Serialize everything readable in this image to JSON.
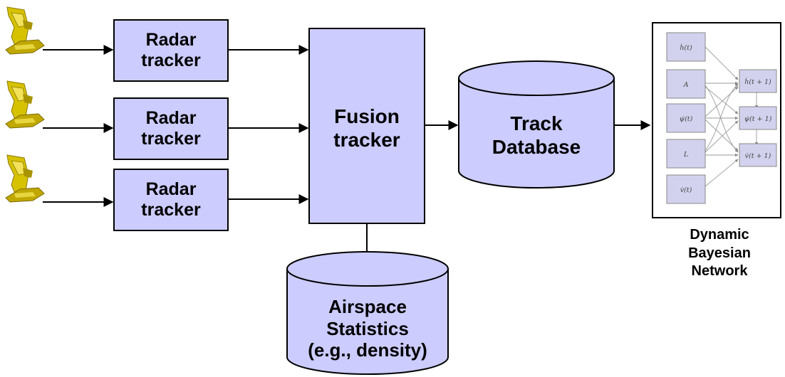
{
  "radar_trackers": [
    {
      "label_line1": "Radar",
      "label_line2": "tracker"
    },
    {
      "label_line1": "Radar",
      "label_line2": "tracker"
    },
    {
      "label_line1": "Radar",
      "label_line2": "tracker"
    }
  ],
  "fusion": {
    "line1": "Fusion",
    "line2": "tracker"
  },
  "track_db": {
    "line1": "Track",
    "line2": "Database"
  },
  "airspace": {
    "line1": "Airspace",
    "line2": "Statistics",
    "line3": "(e.g., density)"
  },
  "dbn": {
    "caption_line1": "Dynamic",
    "caption_line2": "Bayesian",
    "caption_line3": "Network",
    "left_nodes": [
      "ḣ(t)",
      "A",
      "ψ̇(t)",
      "L",
      "v̇(t)"
    ],
    "right_nodes": [
      "ḣ(t + 1)",
      "ψ̇(t + 1)",
      "v̇(t + 1)"
    ]
  },
  "colors": {
    "box_fill": "#ccccff",
    "stroke": "#000000",
    "dbn_node_fill": "#d2d2ee",
    "radar_icon": "#c8b400"
  }
}
